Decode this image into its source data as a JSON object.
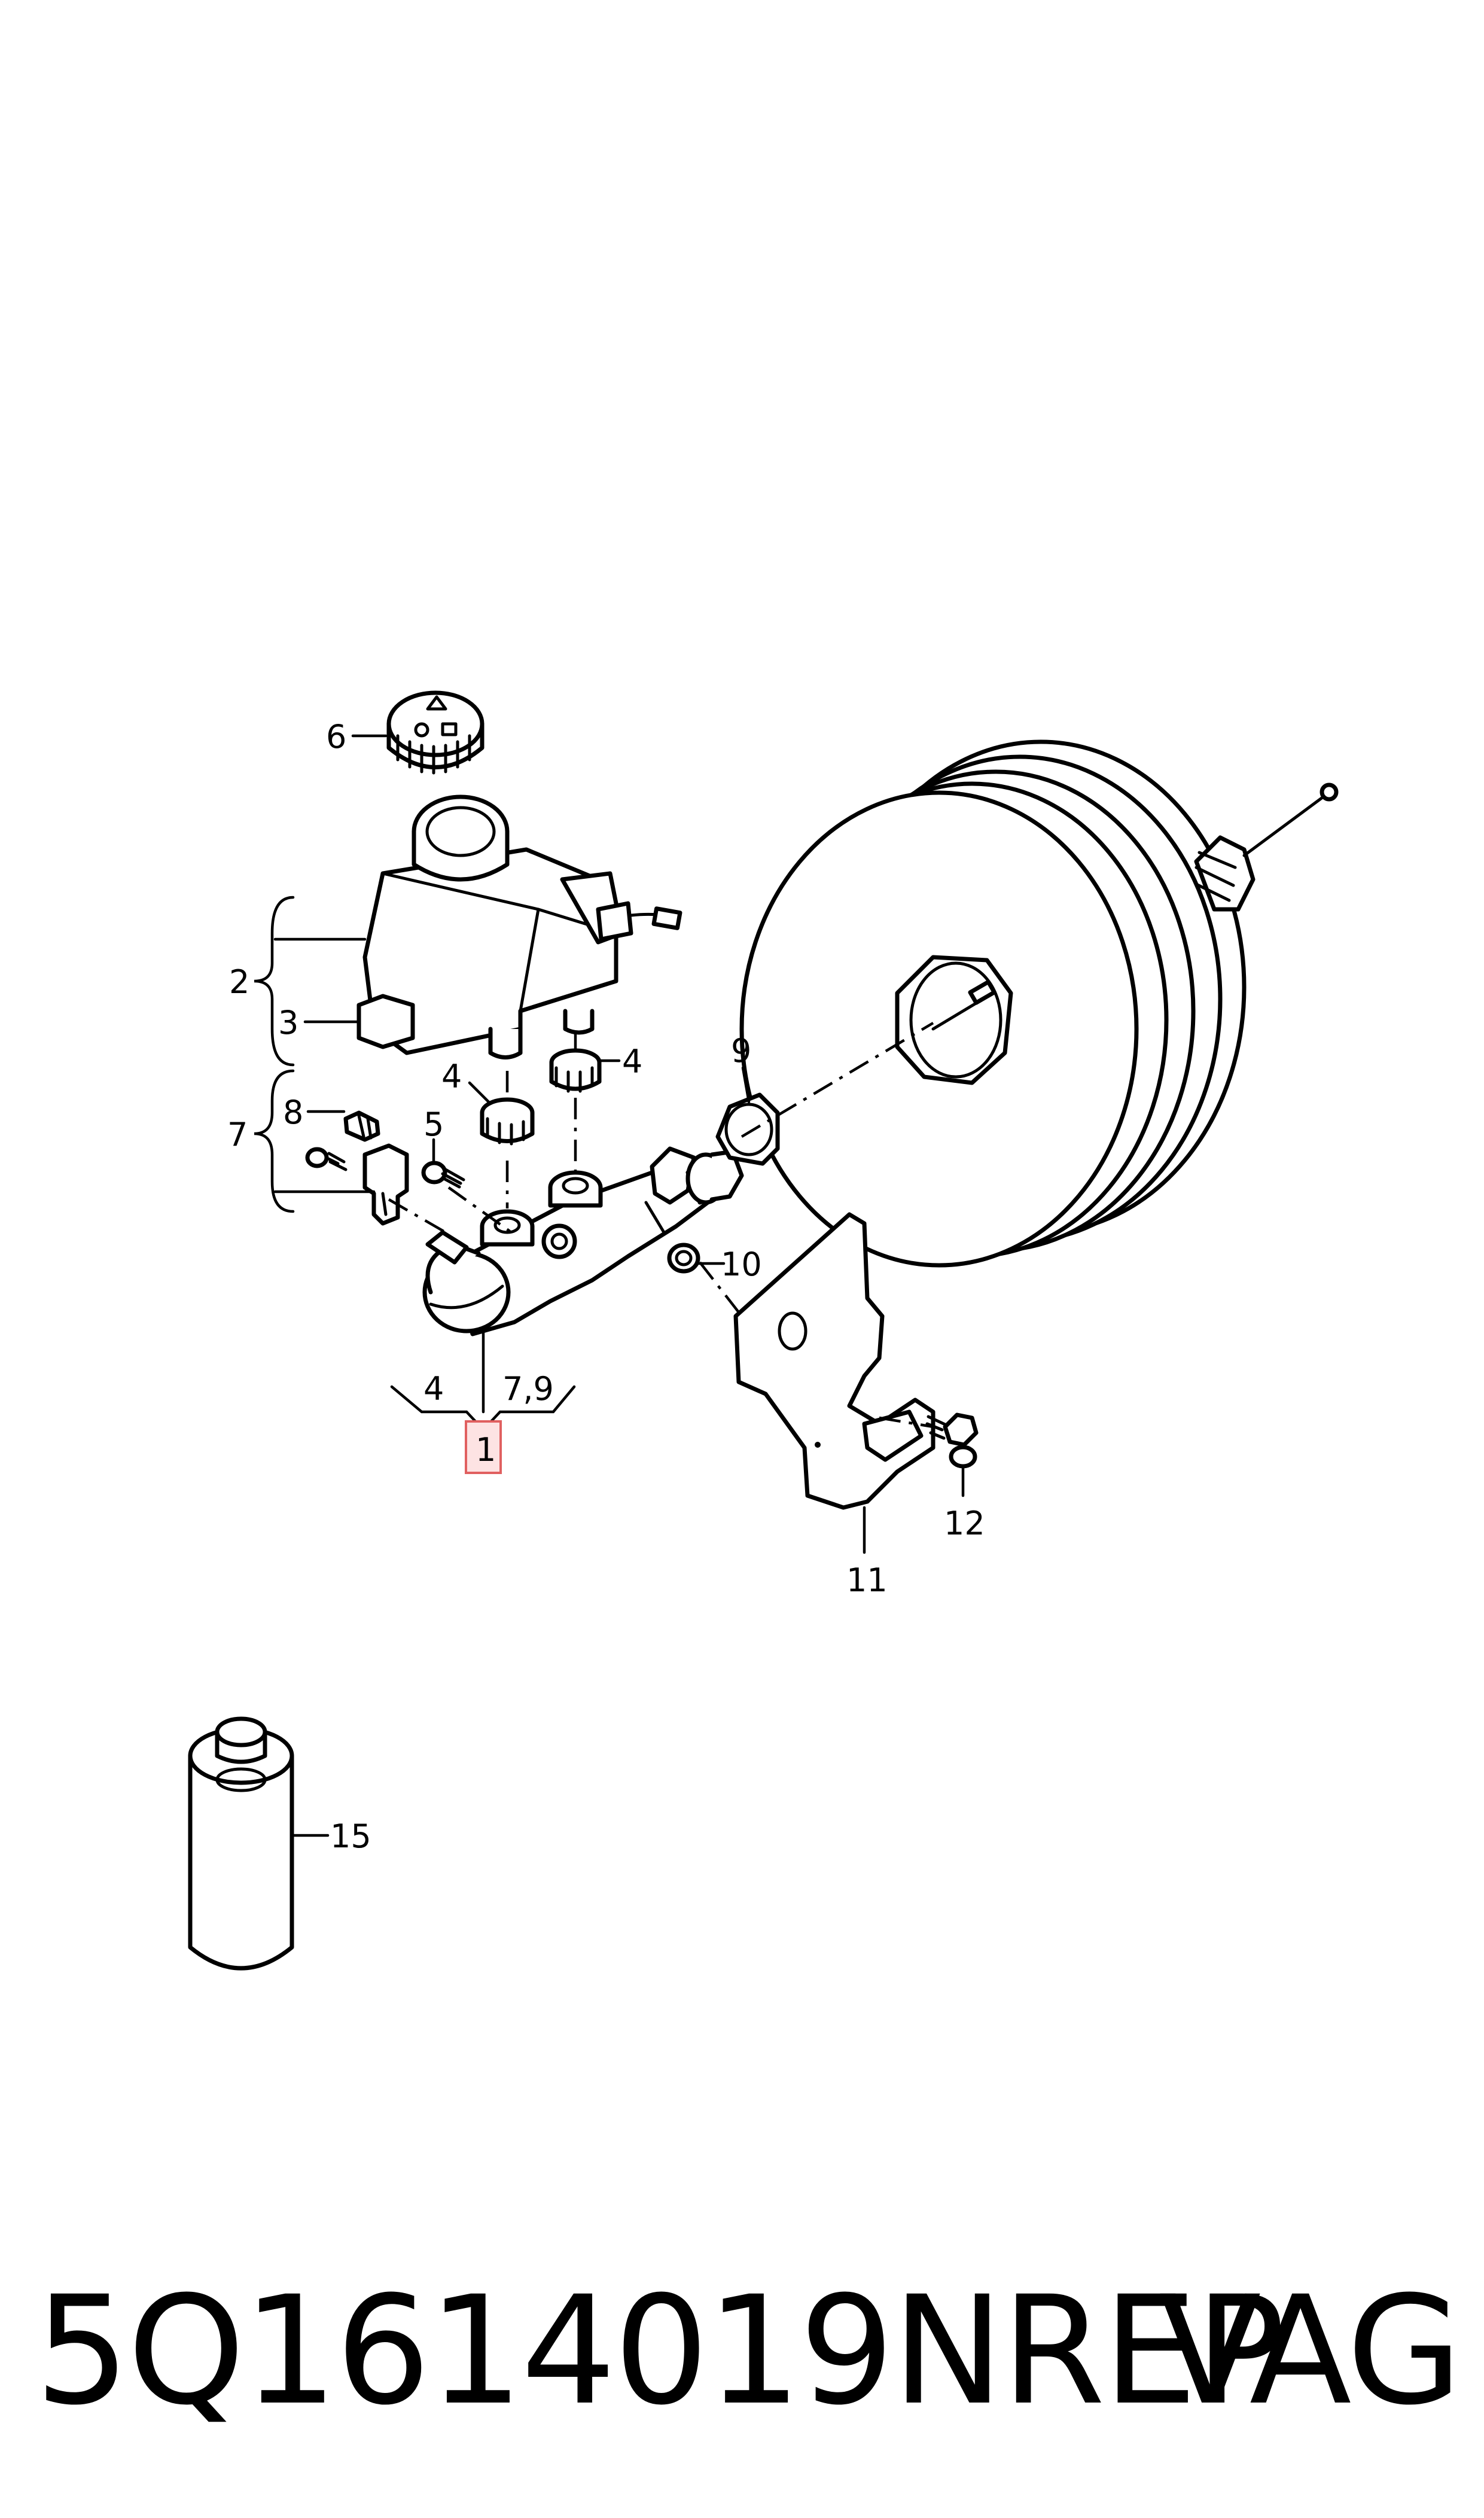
{
  "callouts": {
    "c1": "1",
    "c2": "2",
    "c3": "3",
    "c4a": "4",
    "c4b": "4",
    "c4c": "4",
    "c5": "5",
    "c6": "6",
    "c7": "7",
    "c79": "7,9",
    "c8": "8",
    "c9": "9",
    "c10": "10",
    "c11": "11",
    "c12": "12",
    "c15": "15"
  },
  "footer": {
    "part_number": "5Q1614019NREP",
    "brand": "VAG"
  },
  "colors": {
    "highlight_fill": "#fde3e3",
    "highlight_stroke": "#e06060",
    "line": "#000000"
  }
}
